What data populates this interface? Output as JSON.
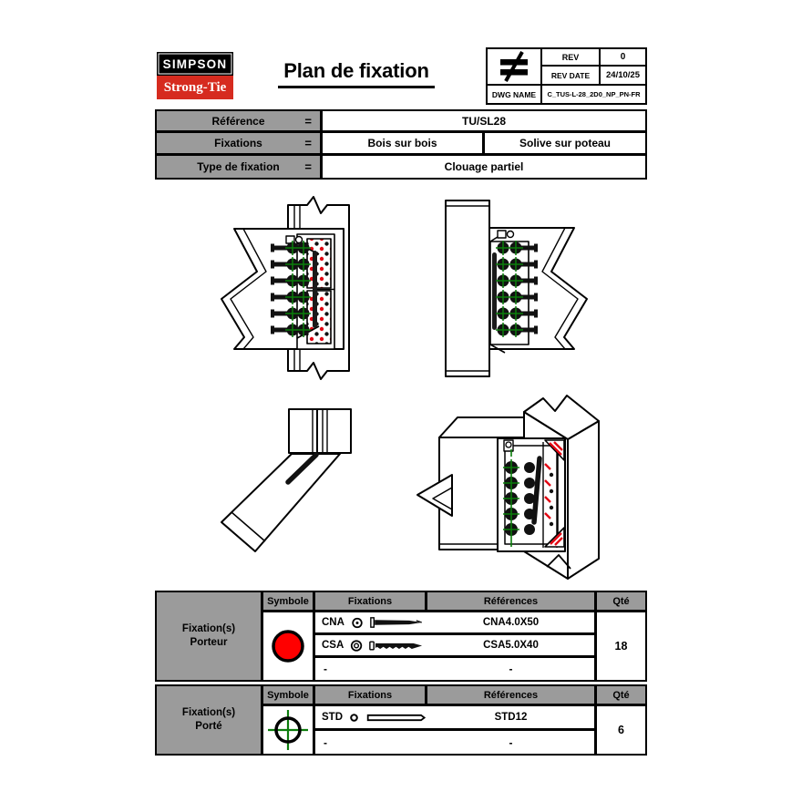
{
  "colors": {
    "logo_black": "#000000",
    "logo_red": "#D62B1F",
    "table_gray": "#9B9B9B",
    "porteur_symbol_red": "#FF0000",
    "porte_symbol_green": "#0C7C0C",
    "drawing_dot_red": "#E30613",
    "drawing_cross_green": "#0A7D0A"
  },
  "header": {
    "logo_top": "SIMPSON",
    "logo_bottom": "Strong-Tie",
    "title": "Plan de fixation",
    "rev_label": "REV",
    "rev_value": "0",
    "rev_date_label": "REV DATE",
    "rev_date_value": "24/10/25",
    "dwg_name_label": "DWG NAME",
    "dwg_name_value": "C_TUS-L-28_2D0_NP_PN-FR"
  },
  "info": {
    "row1_label": "Référence",
    "row1_eq": "=",
    "row1_value": "TU/SL28",
    "row2_label": "Fixations",
    "row2_eq": "=",
    "row2_value1": "Bois sur bois",
    "row2_value2": "Solive sur poteau",
    "row3_label": "Type de fixation",
    "row3_eq": "=",
    "row3_value": "Clouage partiel"
  },
  "columns": {
    "symbole": "Symbole",
    "fixations": "Fixations",
    "references": "Références",
    "qte": "Qté"
  },
  "porteur": {
    "label_line1": "Fixation(s)",
    "label_line2": "Porteur",
    "symbol_color": "#FF0000",
    "row1_code": "CNA",
    "row1_ref": "CNA4.0X50",
    "row2_code": "CSA",
    "row2_ref": "CSA5.0X40",
    "row3_code": "-",
    "row3_ref": "-",
    "qty": "18"
  },
  "porte": {
    "label_line1": "Fixation(s)",
    "label_line2": "Porté",
    "symbol_color": "#0C7C0C",
    "row1_code": "STD",
    "row1_ref": "STD12",
    "row2_code": "-",
    "row2_ref": "-",
    "qty": "6"
  }
}
